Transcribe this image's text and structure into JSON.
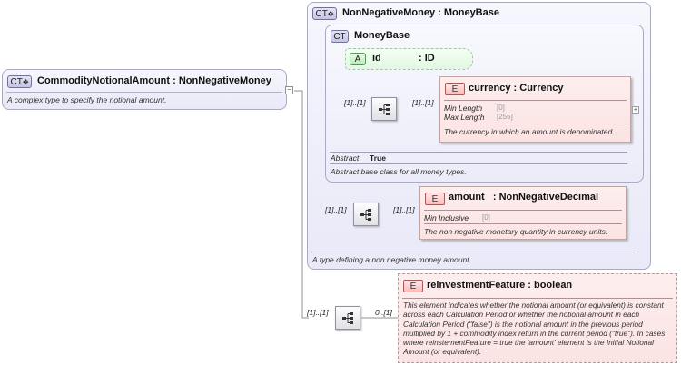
{
  "root": {
    "badge": "CT",
    "title": "CommodityNotionalAmount : NonNegativeMoney",
    "description": "A complex type to specify the notional amount."
  },
  "nonNegativeMoney": {
    "badge": "CT",
    "title": "NonNegativeMoney : MoneyBase",
    "description": "A type defining a non negative money amount."
  },
  "moneyBase": {
    "badge": "CT",
    "title": "MoneyBase",
    "abstract_label": "Abstract",
    "abstract_value": "True",
    "description": "Abstract base class for all money types."
  },
  "idAttr": {
    "badge": "A",
    "name": "id",
    "type": ": ID"
  },
  "currency": {
    "badge": "E",
    "title": "currency : Currency",
    "facets": [
      {
        "label": "Min Length",
        "value": "[0]"
      },
      {
        "label": "Max Length",
        "value": "[255]"
      }
    ],
    "description": "The currency in which an amount is denominated.",
    "cardinality": "[1]..[1]"
  },
  "amount": {
    "badge": "E",
    "title": "amount   : NonNegativeDecimal",
    "facets": [
      {
        "label": "Min Inclusive",
        "value": "[0]"
      }
    ],
    "description": "The non negative monetary quantity in currency units.",
    "cardinality": "[1]..[1]"
  },
  "reinvestment": {
    "badge": "E",
    "title": "reinvestmentFeature : boolean",
    "description": "This element indicates whether the notional amount (or equivalent) is constant across each Calculation Period or whether the notional amount in each Calculation Period (\"false\") is the notional amount in the previous period multiplied by 1 + commodity index return in the current period (\"true\"). In cases where reinstementFeature = true the 'amount' element is the Initial Notional Amount (or equivalent).",
    "cardinality": "0..[1]"
  },
  "sequences": {
    "moneyBase_seq_card": "[1]..[1]",
    "nnm_seq_card": "[1]..[1]",
    "root_seq_card": "[1]..[1]"
  }
}
